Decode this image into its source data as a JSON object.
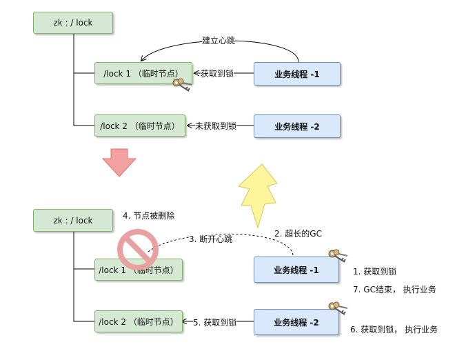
{
  "top": {
    "root": "zk :      / lock",
    "lock1": "/lock 1  （临时节点）",
    "lock2": "/lock 2  （临时节点）",
    "thread1": "业务线程  -1",
    "thread2": "业务线程  -2",
    "heartbeat": "建立心跳",
    "got_lock": "获取到锁",
    "not_got_lock": "未获取到锁"
  },
  "bottom": {
    "root": "zk :      / lock",
    "lock1": "/lock 1  （临时节点）",
    "lock2": "/lock 2  （临时节点）",
    "thread1": "业务线程  -1",
    "thread2": "业务线程  -2",
    "step1": "1.  获取到锁",
    "step2": "2.  超长的GC",
    "step3": "3.  断开心跳",
    "step4": "4.  节点被删除",
    "step5": "5.  获取到锁",
    "step6": "6.  获取到锁，  执行业务",
    "step7": "7.  GC结束，  执行业务"
  },
  "icons": {
    "key": "key-icon",
    "lightning": "lightning-icon",
    "prohibited": "prohibited-icon",
    "arrow_down": "arrow-down-icon"
  },
  "colors": {
    "node_green": "#d5e8d4",
    "node_blue": "#dae8fc",
    "arrow_red": "#f08080",
    "lightning_yellow": "#fff59d",
    "prohibited_red": "#e8a0a0"
  }
}
